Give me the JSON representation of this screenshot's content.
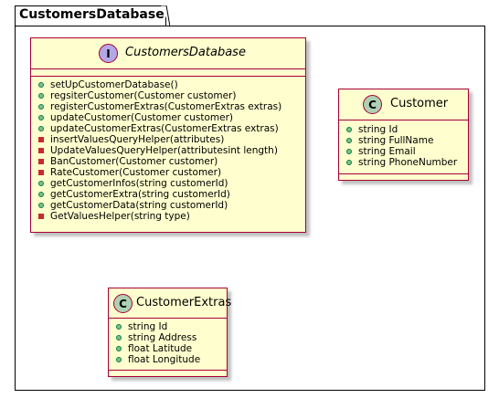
{
  "package": {
    "name": "CustomersDatabase"
  },
  "classes": {
    "customers_database": {
      "name": "CustomersDatabase",
      "stereotype": "I",
      "stereotype_color": "#b4a7e5",
      "methods": [
        {
          "visibility": "public",
          "text": "setUpCustomerDatabase()"
        },
        {
          "visibility": "public",
          "text": "regsiterCustomer(Customer customer)"
        },
        {
          "visibility": "public",
          "text": "registerCustomerExtras(CustomerExtras extras)"
        },
        {
          "visibility": "public",
          "text": "updateCustomer(Customer customer)"
        },
        {
          "visibility": "public",
          "text": "updateCustomerExtras(CustomerExtras extras)"
        },
        {
          "visibility": "private",
          "text": "insertValuesQueryHelper(attributes)"
        },
        {
          "visibility": "private",
          "text": "UpdateValuesQueryHelper(attributesint length)"
        },
        {
          "visibility": "private",
          "text": "BanCustomer(Customer customer)"
        },
        {
          "visibility": "private",
          "text": "RateCustomer(Customer customer)"
        },
        {
          "visibility": "public",
          "text": "getCustomerInfos(string customerId)"
        },
        {
          "visibility": "public",
          "text": "getCustomerExtra(string customerId)"
        },
        {
          "visibility": "public",
          "text": "getCustomerData(string customerId)"
        },
        {
          "visibility": "private",
          "text": "GetValuesHelper(string type)"
        }
      ]
    },
    "customer": {
      "name": "Customer",
      "stereotype": "C",
      "stereotype_color": "#add1b2",
      "fields": [
        {
          "visibility": "public",
          "text": "string Id"
        },
        {
          "visibility": "public",
          "text": "string FullName"
        },
        {
          "visibility": "public",
          "text": "string Email"
        },
        {
          "visibility": "public",
          "text": "string PhoneNumber"
        }
      ]
    },
    "customer_extras": {
      "name": "CustomerExtras",
      "stereotype": "C",
      "stereotype_color": "#add1b2",
      "fields": [
        {
          "visibility": "public",
          "text": "string Id"
        },
        {
          "visibility": "public",
          "text": "string Address"
        },
        {
          "visibility": "public",
          "text": "float Latitude"
        },
        {
          "visibility": "public",
          "text": "float Longitude"
        }
      ]
    }
  }
}
